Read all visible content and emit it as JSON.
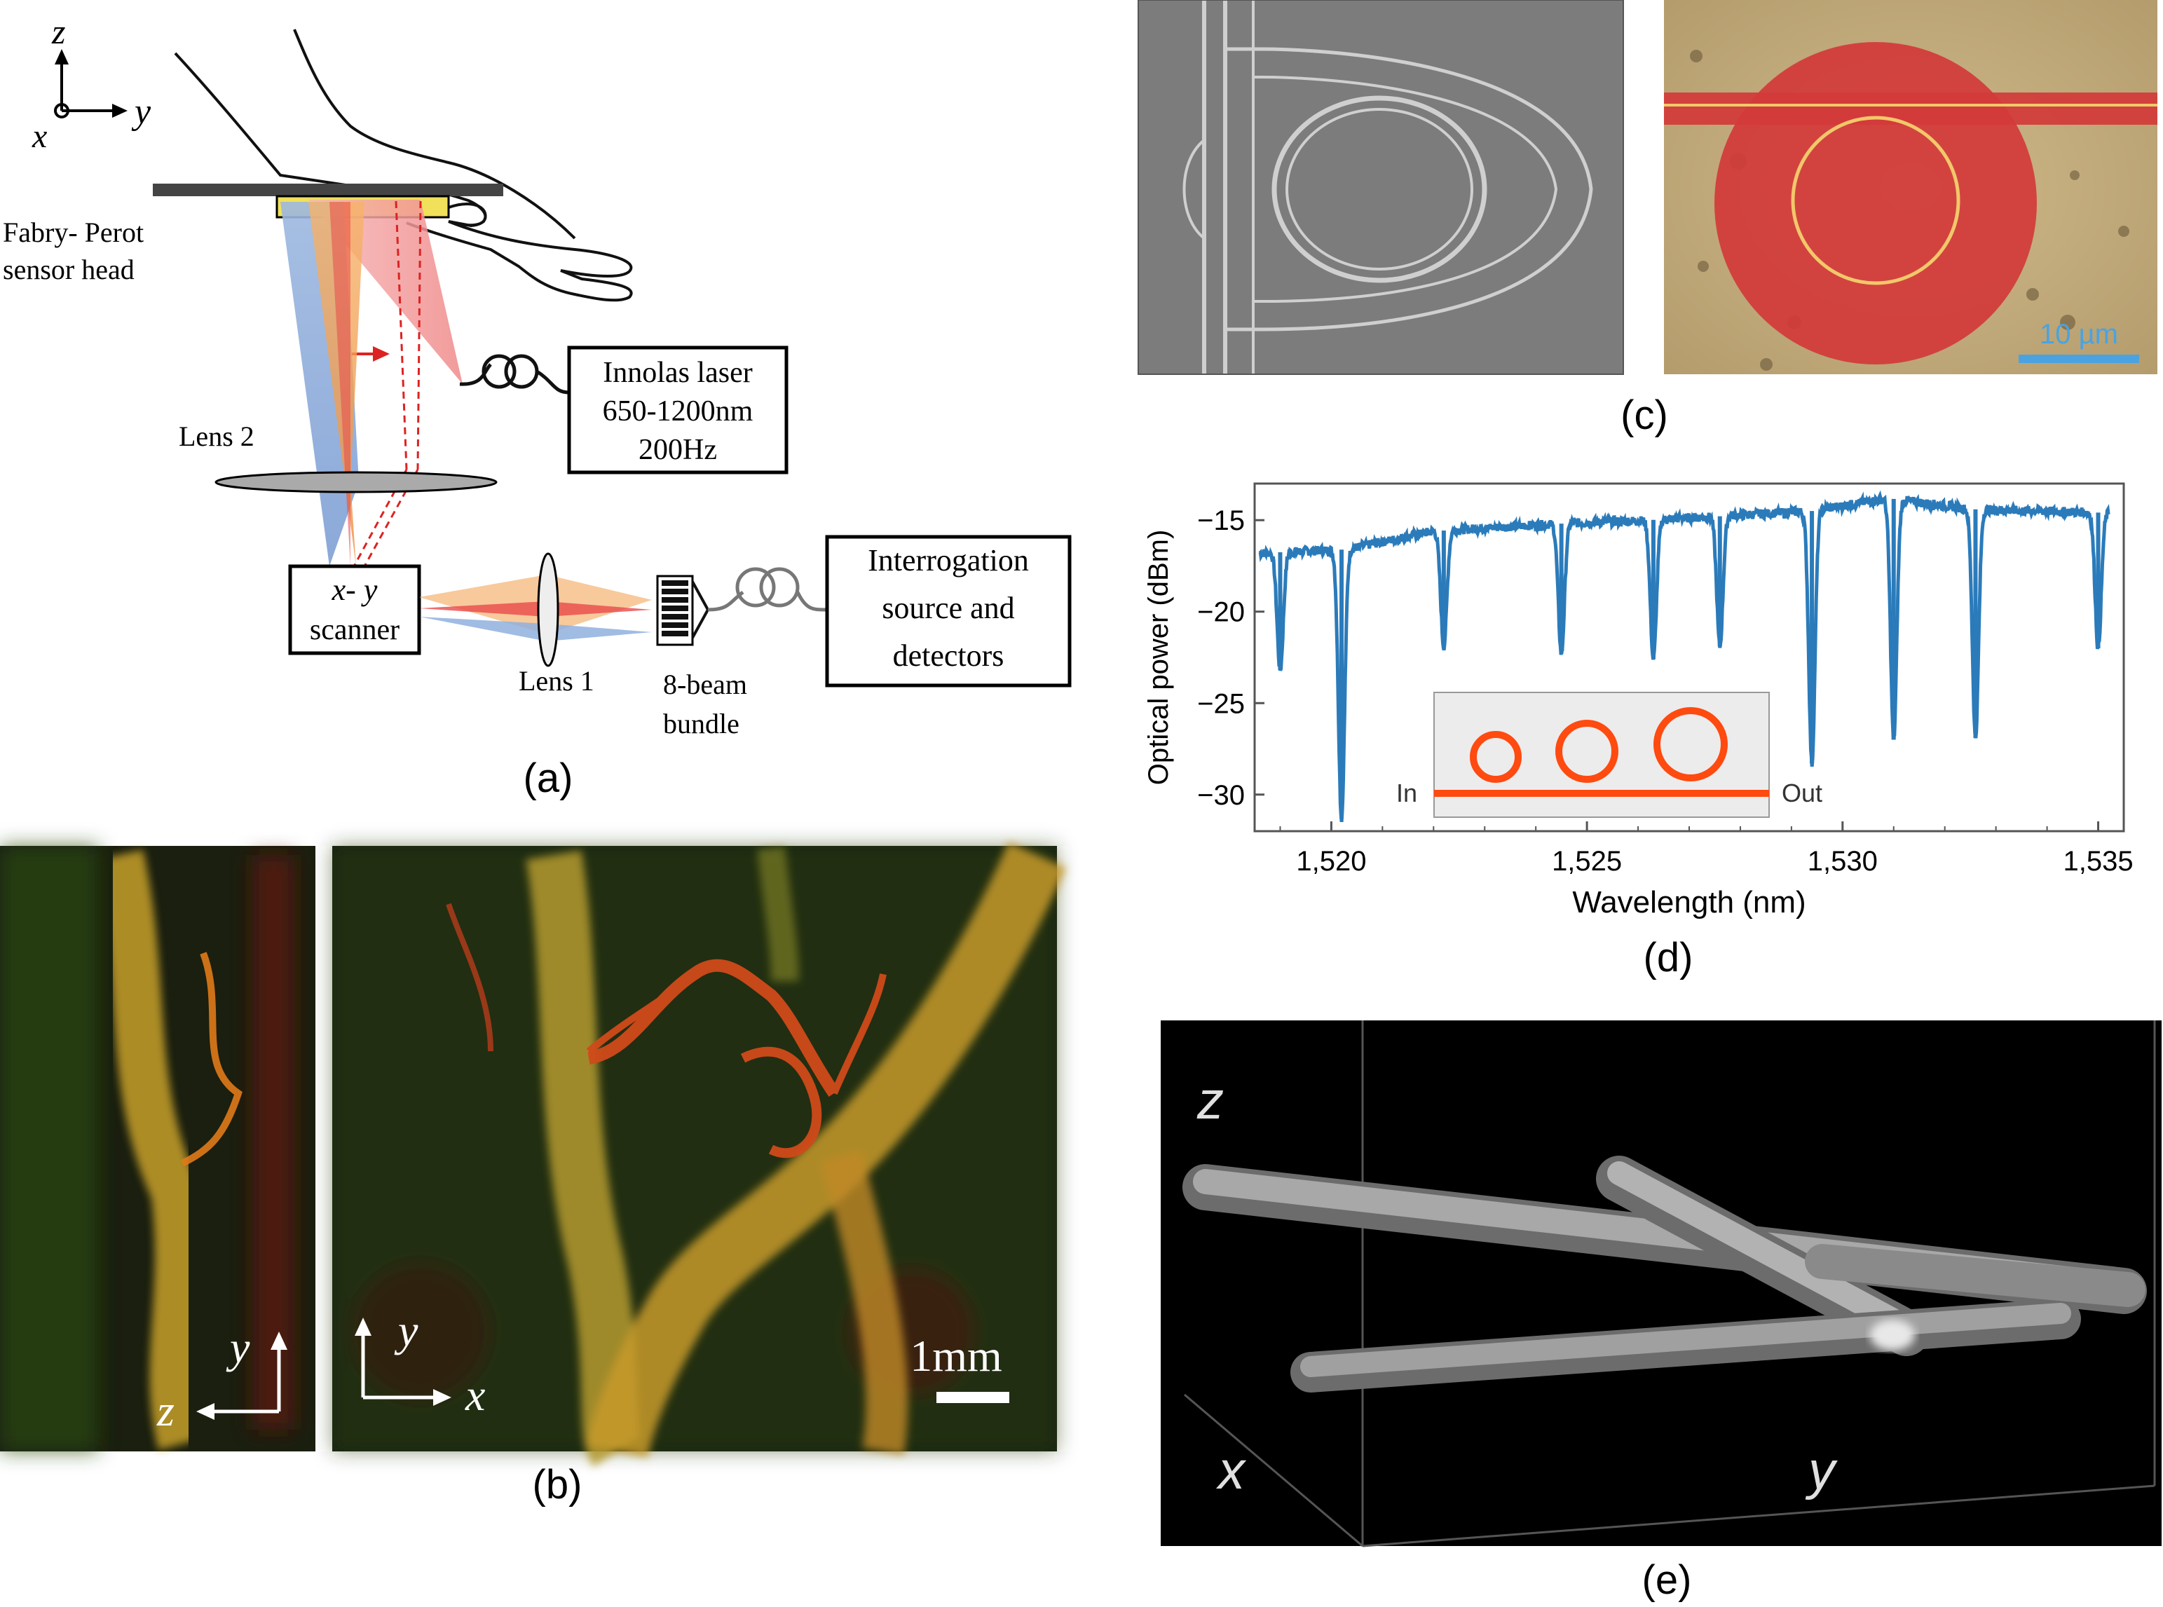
{
  "panel_a": {
    "axis_z": "z",
    "axis_y": "y",
    "axis_x": "x",
    "sensor_head_line1": "Fabry- Perot",
    "sensor_head_line2": "sensor head",
    "laser_line1": "Innolas laser",
    "laser_line2": "650-1200nm",
    "laser_line3": "200Hz",
    "lens2": "Lens 2",
    "scanner_line1": "x- y",
    "scanner_line2": "scanner",
    "lens1": "Lens 1",
    "bundle_line1": "8-beam",
    "bundle_line2": "bundle",
    "interrogation_line1": "Interrogation",
    "interrogation_line2": "source and",
    "interrogation_line3": "detectors",
    "caption": "(a)"
  },
  "panel_b": {
    "left_axis_y": "y",
    "left_axis_z": "z",
    "right_axis_y": "y",
    "right_axis_x": "x",
    "scale_label": "1mm",
    "caption": "(b)"
  },
  "panel_c": {
    "scale_label": "10 µm",
    "caption": "(c)"
  },
  "panel_d": {
    "caption": "(d)",
    "inset_in": "In",
    "inset_out": "Out"
  },
  "panel_e": {
    "axis_z": "z",
    "axis_x": "x",
    "axis_y": "y",
    "caption": "(e)"
  },
  "chart_data": {
    "type": "line",
    "xlabel": "Wavelength (nm)",
    "ylabel": "Optical power (dBm)",
    "xlim": [
      1518.5,
      1535.5
    ],
    "ylim": [
      -32,
      -13
    ],
    "x_ticks": [
      "1,520",
      "1,525",
      "1,530",
      "1,535"
    ],
    "x_tick_values": [
      1520,
      1525,
      1530,
      1535
    ],
    "y_ticks": [
      "−15",
      "−20",
      "−25",
      "−30"
    ],
    "y_tick_values": [
      -15,
      -20,
      -25,
      -30
    ],
    "grid": false,
    "color": "#2b7bba",
    "baseline": [
      [
        1518.6,
        -16.8
      ],
      [
        1520.3,
        -16.6
      ],
      [
        1522.0,
        -15.6
      ],
      [
        1524.4,
        -15.2
      ],
      [
        1526.2,
        -15.0
      ],
      [
        1527.5,
        -14.8
      ],
      [
        1529.4,
        -14.5
      ],
      [
        1530.9,
        -13.8
      ],
      [
        1532.5,
        -14.4
      ],
      [
        1535.2,
        -14.6
      ]
    ],
    "dips": [
      [
        1519.0,
        -23.2
      ],
      [
        1520.2,
        -31.3
      ],
      [
        1522.2,
        -21.9
      ],
      [
        1524.5,
        -22.3
      ],
      [
        1526.3,
        -22.6
      ],
      [
        1527.6,
        -21.9
      ],
      [
        1529.4,
        -28.3
      ],
      [
        1531.0,
        -27.0
      ],
      [
        1532.6,
        -26.9
      ],
      [
        1535.0,
        -22.0
      ]
    ]
  }
}
